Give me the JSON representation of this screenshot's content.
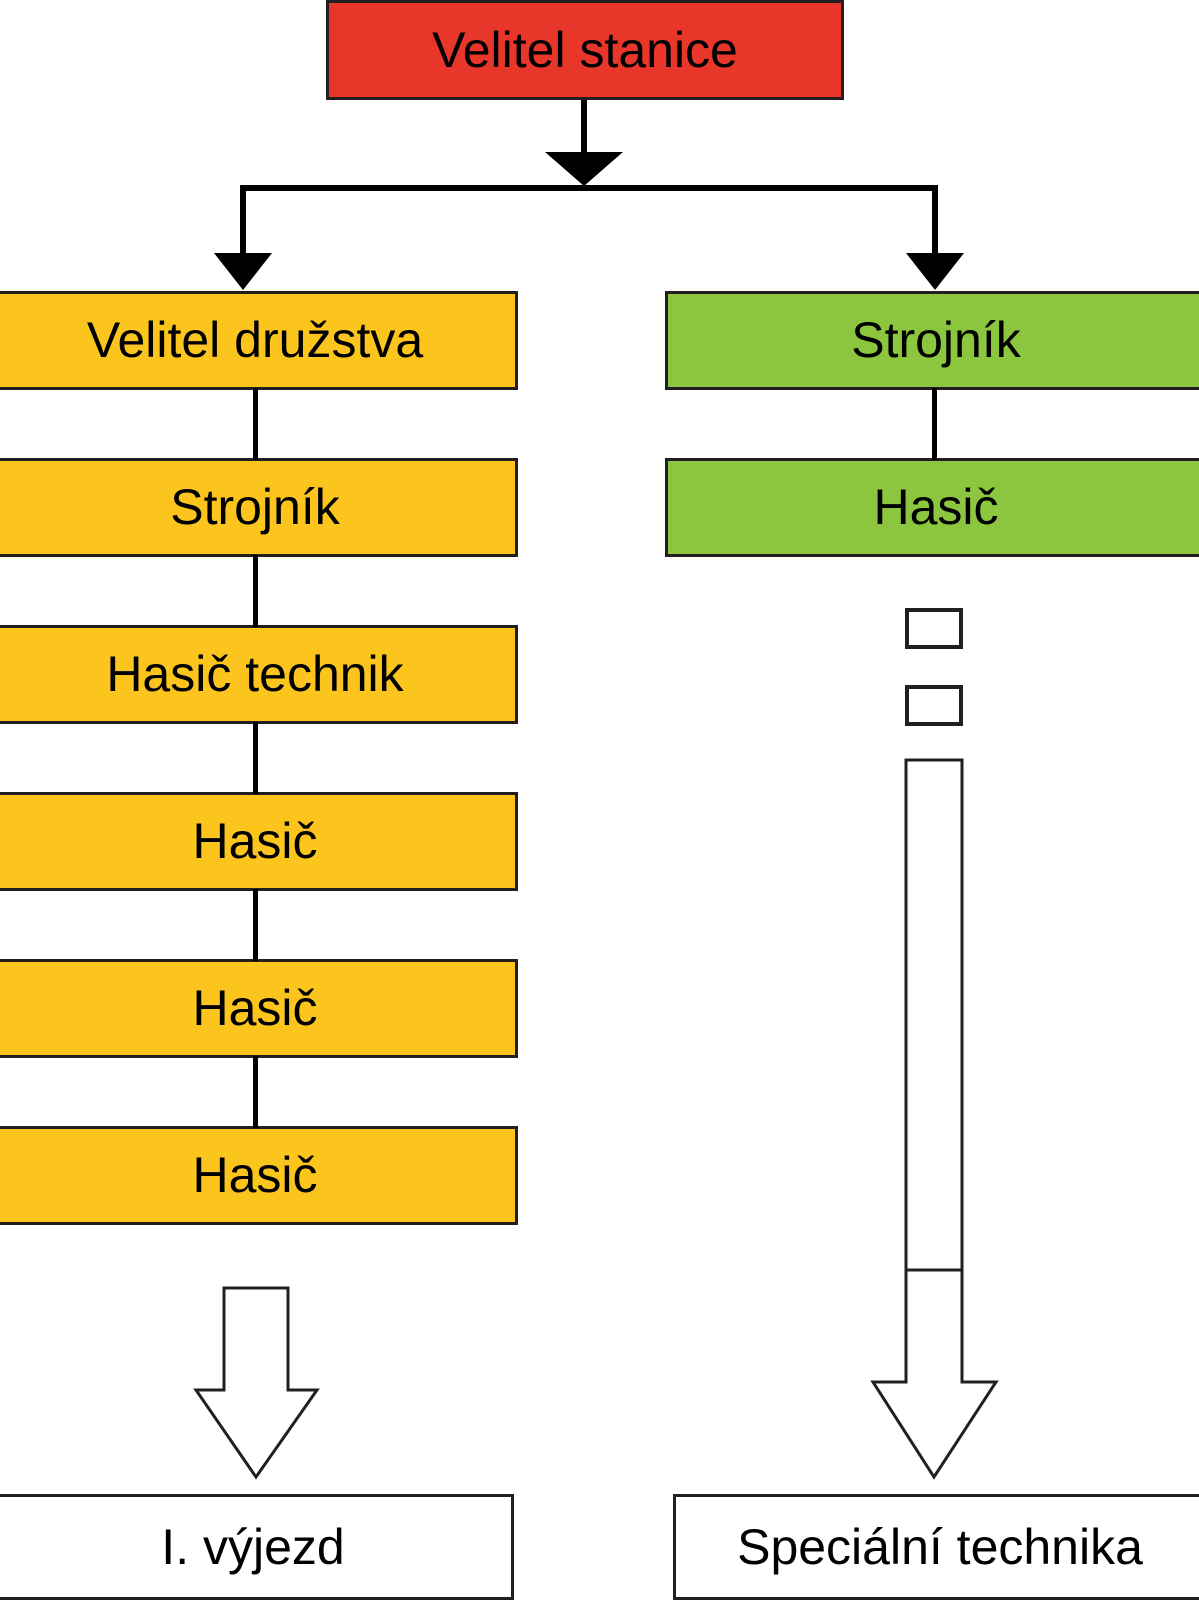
{
  "diagram": {
    "title": "Velitel stanice",
    "language": "cs",
    "root": {
      "label": "Velitel stanice",
      "color": "#E8372A",
      "name": "node-velitel-stanice"
    },
    "left_branch": {
      "color": "#FBC51D",
      "nodes": [
        {
          "label": "Velitel družstva"
        },
        {
          "label": "Strojník"
        },
        {
          "label": "Hasič technik"
        },
        {
          "label": "Hasič"
        },
        {
          "label": "Hasič"
        },
        {
          "label": "Hasič"
        }
      ],
      "outcome": {
        "label": "I. výjezd",
        "color": "#FFFFFF"
      }
    },
    "right_branch": {
      "color": "#8CC63F",
      "nodes": [
        {
          "label": "Strojník"
        },
        {
          "label": "Hasič"
        }
      ],
      "blank_nodes": [
        {
          "label": ""
        },
        {
          "label": ""
        }
      ],
      "outcome": {
        "label": "Speciální technika",
        "color": "#FFFFFF"
      }
    },
    "colors": {
      "red": "#E8372A",
      "yellow": "#FBC51D",
      "green": "#8CC63F",
      "white": "#FFFFFF",
      "outline": "#231F20"
    }
  }
}
